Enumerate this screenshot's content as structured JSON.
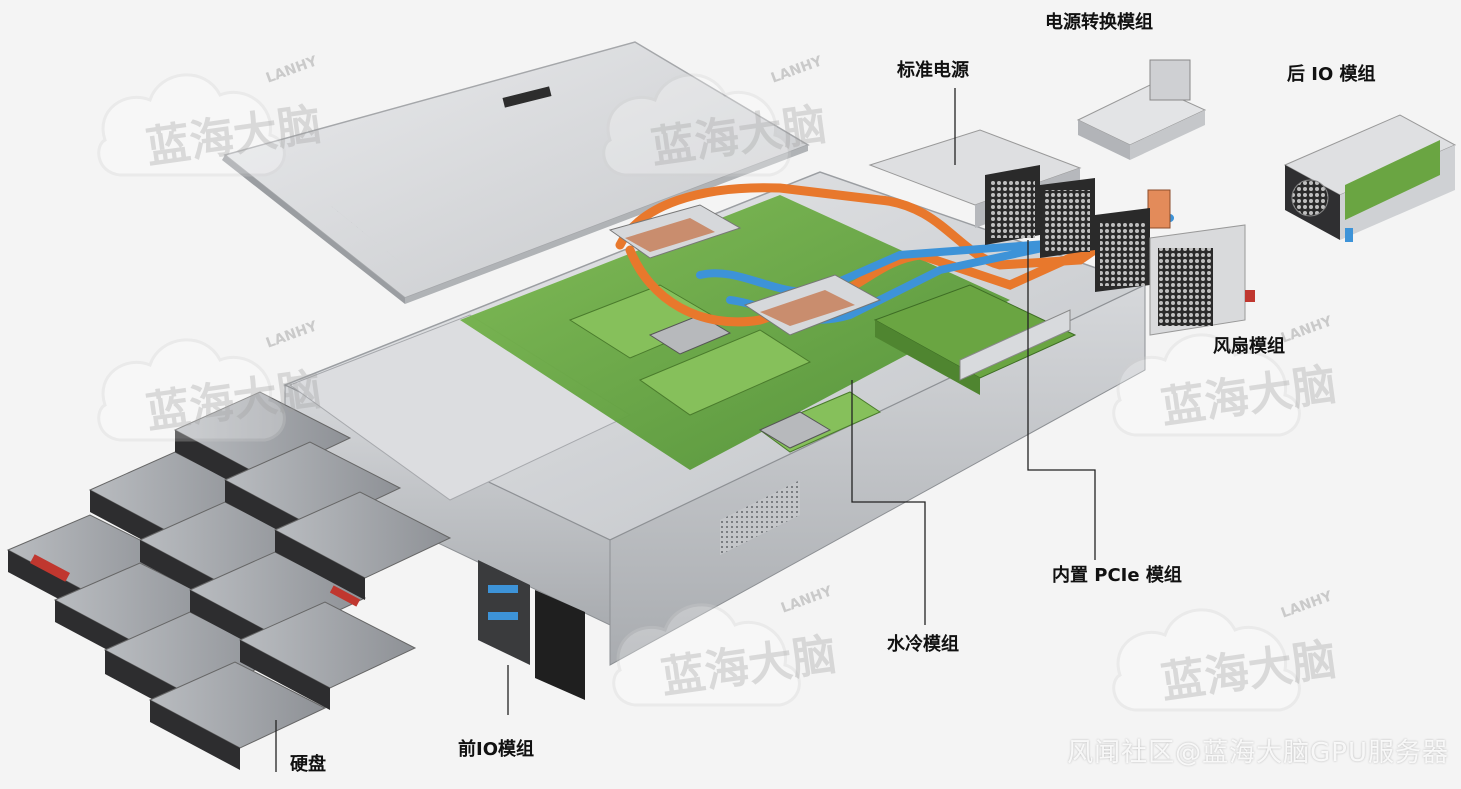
{
  "labels": {
    "power_convert": "电源转换模组",
    "std_power": "标准电源",
    "rear_io": "后 IO 模组",
    "fan": "风扇模组",
    "pcie": "内置 PCIe 模组",
    "water": "水冷模组",
    "front_io": "前IO模组",
    "hdd": "硬盘"
  },
  "watermark": {
    "brand": "蓝海大脑",
    "brand_latin": "LANHY",
    "footer": "风闻社区@蓝海大脑GPU服务器"
  },
  "colors": {
    "pcb_green": "#6fae45",
    "chassis": "#c9ccd0",
    "pipe_orange": "#e8782c",
    "pipe_blue": "#3d93d8",
    "drive_red": "#c0372f",
    "leader": "#222222"
  }
}
